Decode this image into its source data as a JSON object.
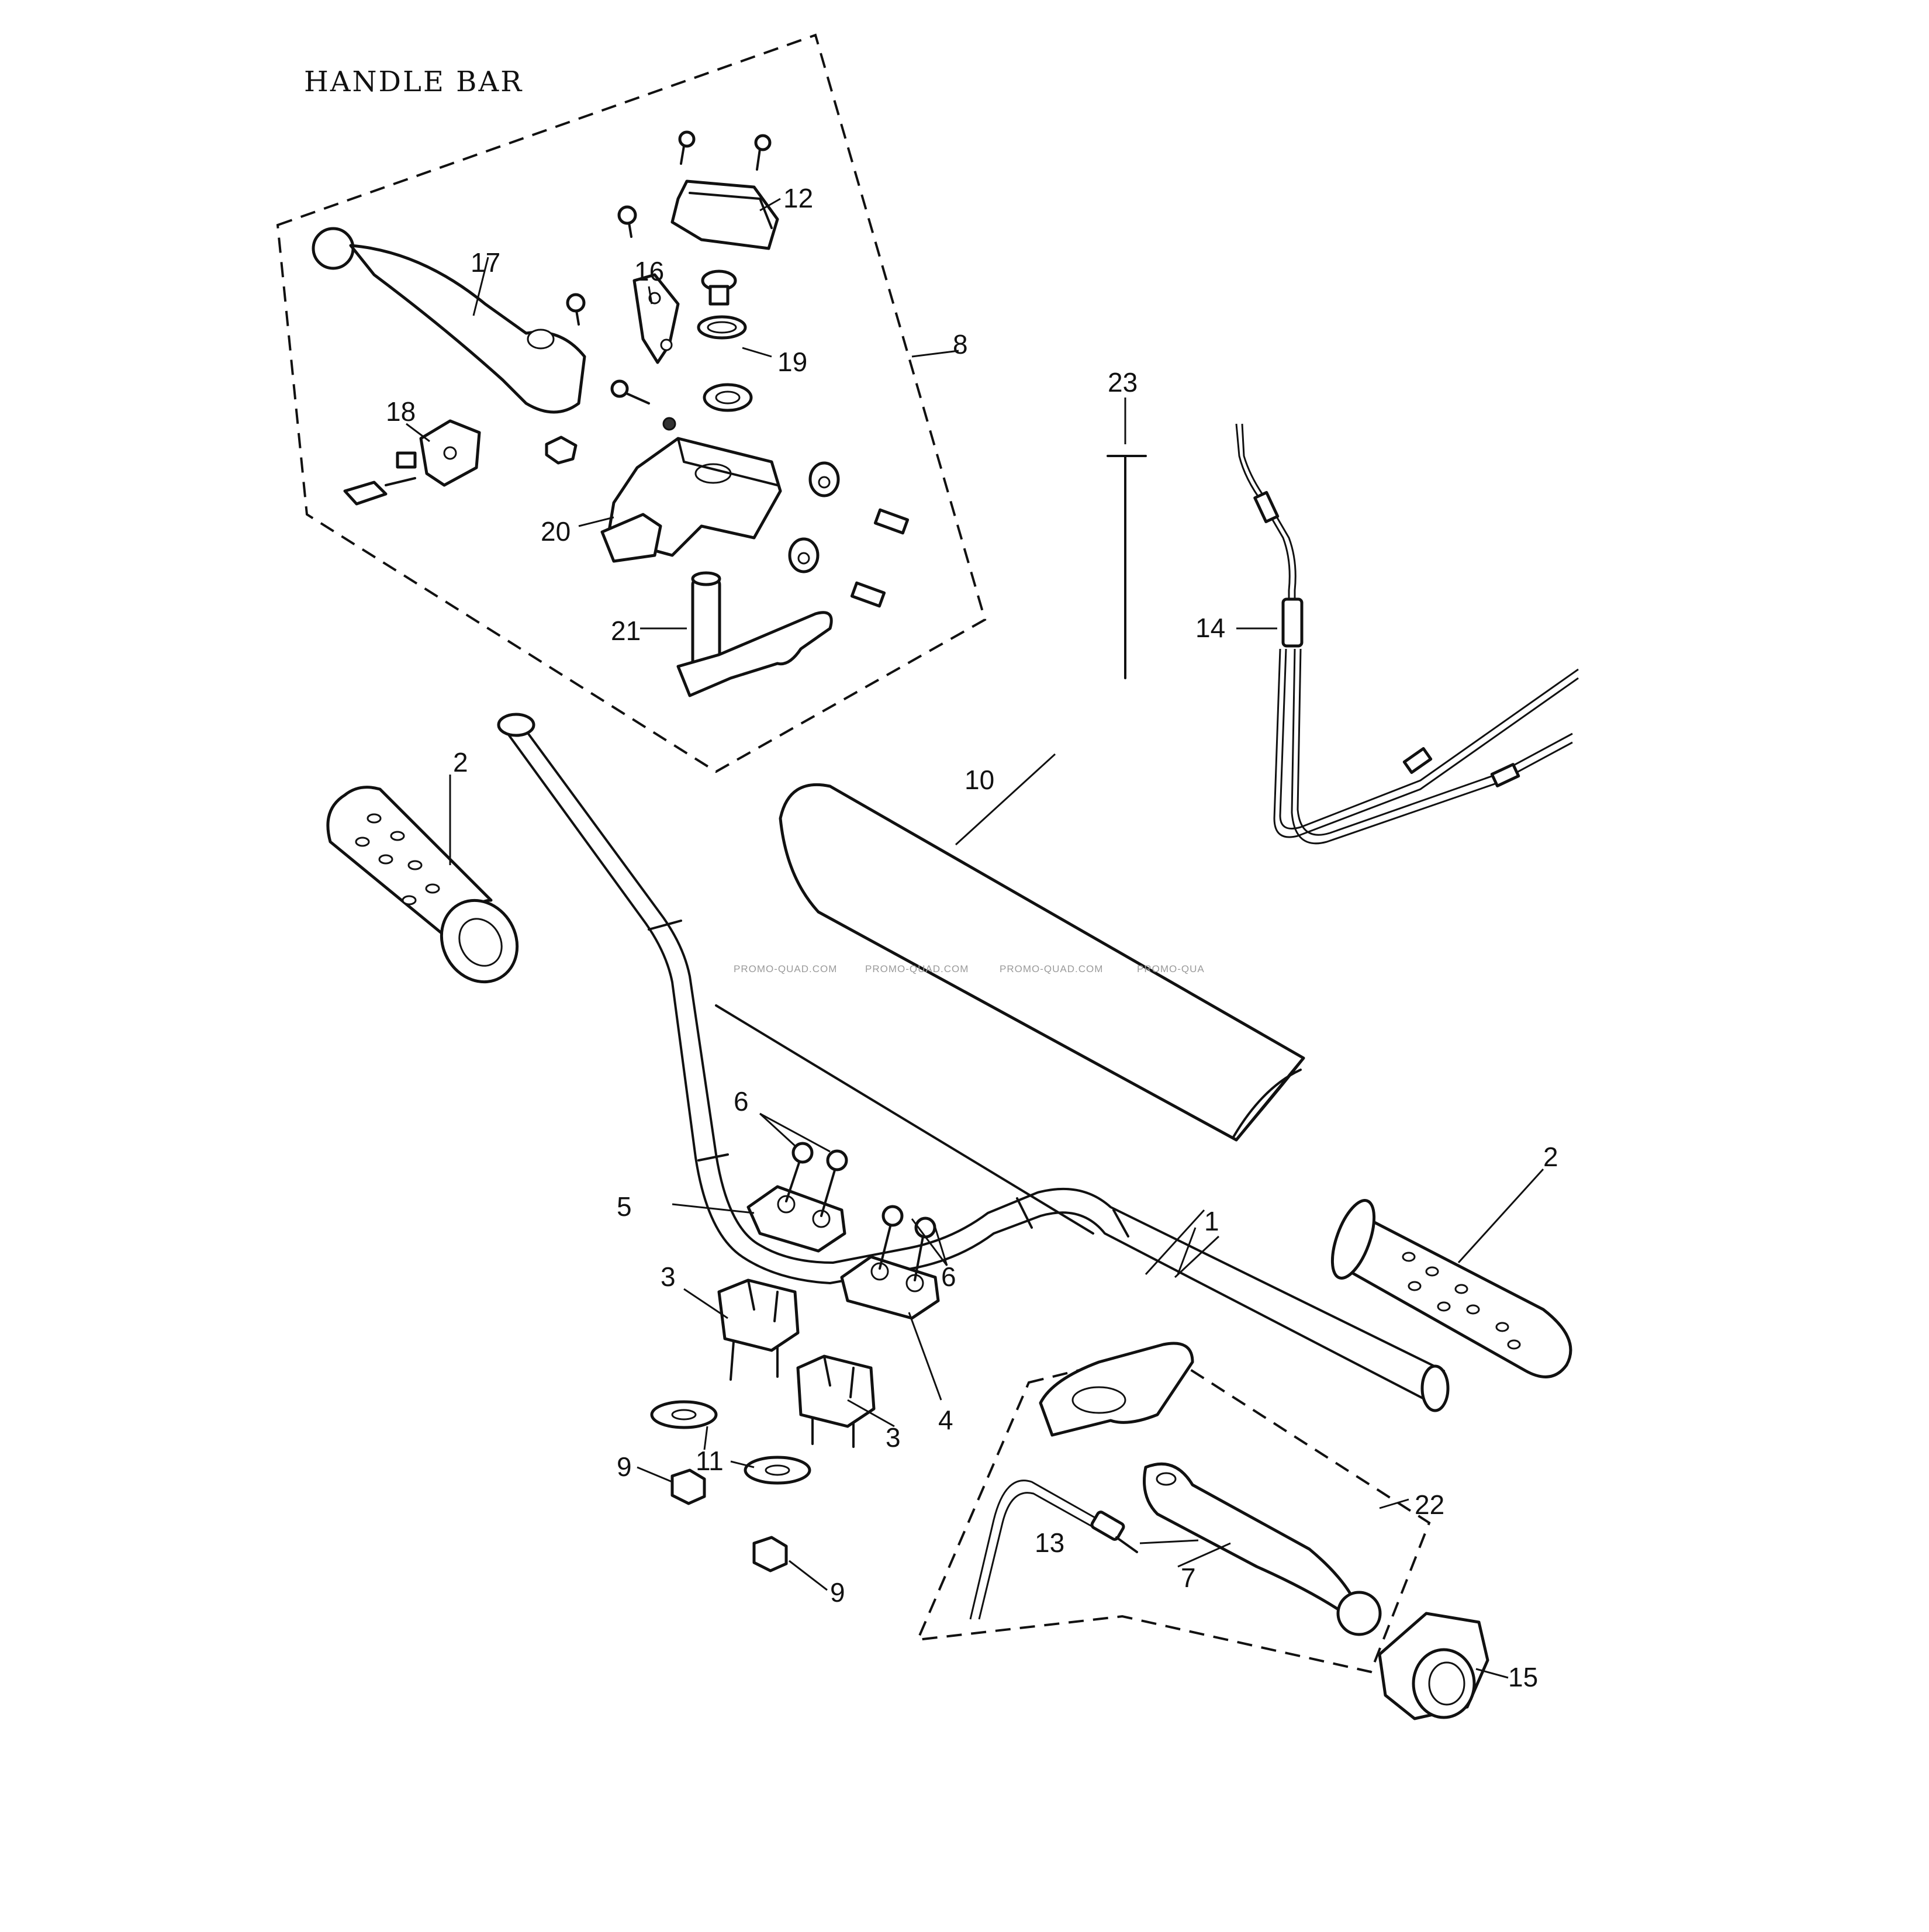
{
  "title": "HANDLE BAR",
  "watermark": "PROMO-QUAD.COM",
  "watermark_partial": "PROMO-QUA",
  "callouts": {
    "c1": "1",
    "c2a": "2",
    "c2b": "2",
    "c3a": "3",
    "c3b": "3",
    "c4": "4",
    "c5": "5",
    "c6a": "6",
    "c6b": "6",
    "c7": "7",
    "c8": "8",
    "c9a": "9",
    "c9b": "9",
    "c10": "10",
    "c11": "11",
    "c12": "12",
    "c13": "13",
    "c14": "14",
    "c15": "15",
    "c16": "16",
    "c17": "17",
    "c18": "18",
    "c19": "19",
    "c20": "20",
    "c21": "21",
    "c22": "22",
    "c23": "23"
  }
}
